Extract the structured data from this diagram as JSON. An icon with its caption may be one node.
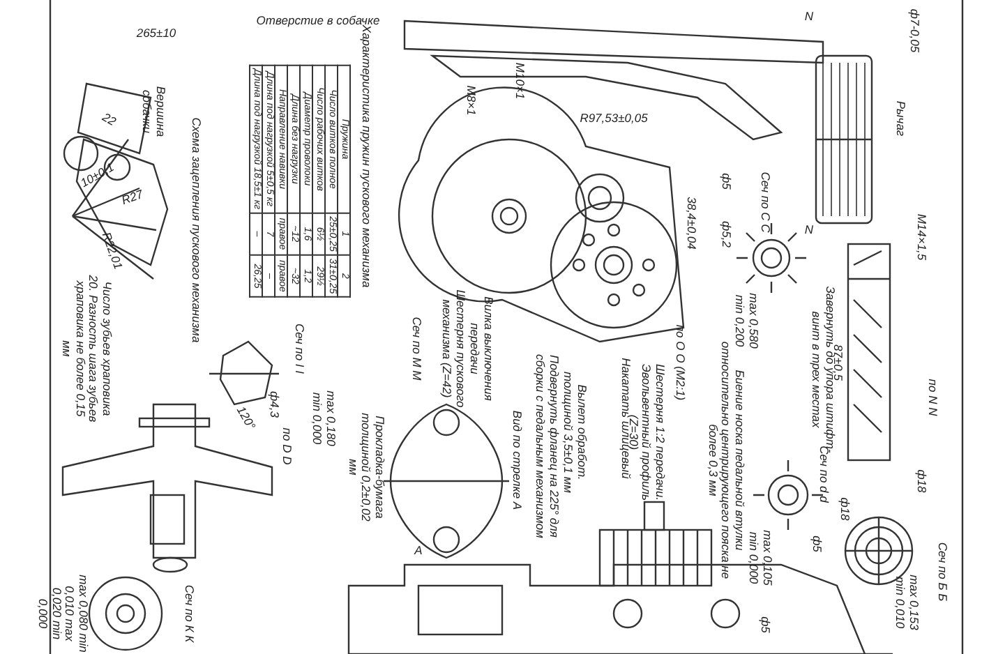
{
  "diagram": {
    "labels": [
      "Отверстие в собачке",
      "265±10",
      "Вершина собачки",
      "Схема зацепления пускового механизма",
      "22",
      "10±0,1",
      "R27",
      "R22,01",
      "Характеристика пружин пускового механизма",
      "Пружина",
      "1",
      "2",
      "Число витков полное",
      "25±0,25",
      "31±0,25",
      "Число рабочих витков",
      "6½",
      "29½",
      "Диаметр проволоки",
      "1,6",
      "1,2",
      "Длина без нагрузки",
      "~12",
      "~32",
      "Направление навивки",
      "правое",
      "правое",
      "Длина под нагрузкой 5±0,5 кг",
      "7",
      "–",
      "Длина под нагрузкой 18,5±1 кг",
      "–",
      "26,25",
      "М8×1",
      "М10×1",
      "R97,53±0,05",
      "38,4±0,04",
      "N",
      "N",
      "ф7-0,05",
      "Рычаг",
      "ф5",
      "Сеч по С С",
      "ф5,2",
      "max 0,580 min 0,200",
      "по О О (М2:1)",
      "М14×1,5",
      "Завернуть до упора штифт-винт в трех местах",
      "Шестерня 1:2 передачи. Эвольвентный профиль (Z=30)",
      "Накатать шлицевый",
      "Биение носка педальной втулки относительно центрирующего пояска не более 0,3 мм",
      "max 0,105 min 0,000",
      "Сеч по d d",
      "ф5",
      "ф5",
      "87±0,5",
      "по N N",
      "ф18",
      "ф18",
      "Сеч по Б Б",
      "max 0,153 min 0,010",
      "Вылет обработ. толщиной 3,5±0,1 мм",
      "Подвернуть фланец на 225° для сборки с педальным механизмом",
      "Вид по стрелке А",
      "А",
      "Вилка выключения передачи",
      "Шестерня пускового механизма (Z=42)",
      "Сеч по М М",
      "Прокладка-бумага толщиной 0,2±0,02 мм",
      "Сеч по I I",
      "max 0,180 min 0,000",
      "по D D",
      "ф4,3",
      "120°",
      "Число зубьев храповика 20. Разность шага зубьев храповика не более 0,15 мм",
      "Сеч по К К",
      "max 0,080 min 0,010 max 0,020 min 0,000"
    ]
  }
}
